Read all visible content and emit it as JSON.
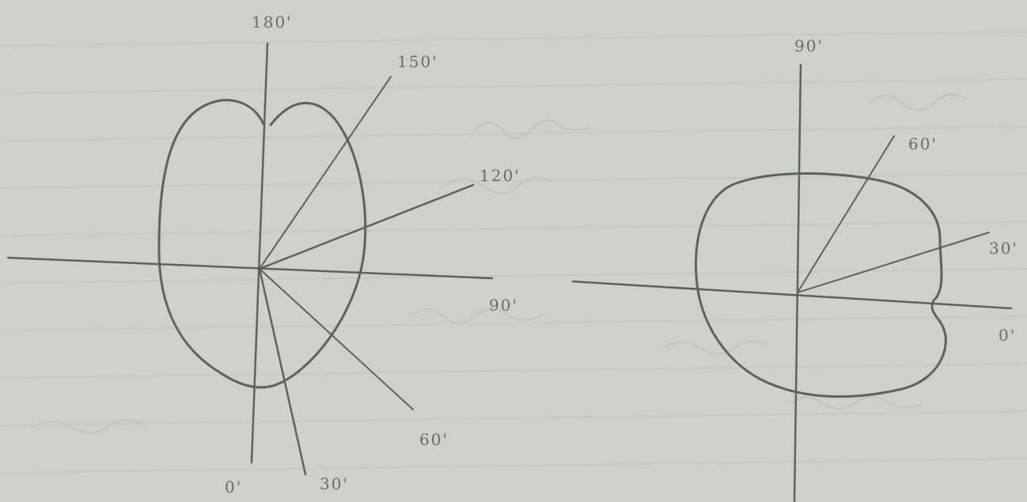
{
  "left_diagram": {
    "labels": {
      "top": "180'",
      "upper_right": "150'",
      "right_upper": "120'",
      "right": "90'",
      "lower_right": "60'",
      "bottom_right": "30'",
      "bottom": "0'"
    }
  },
  "right_diagram": {
    "labels": {
      "top": "90'",
      "upper_right": "60'",
      "right_upper": "30'",
      "right": "0'"
    }
  },
  "colors": {
    "paper": "#cfd0ca",
    "pencil": "#5f615e",
    "faint_writing": "#c1c2bc"
  }
}
